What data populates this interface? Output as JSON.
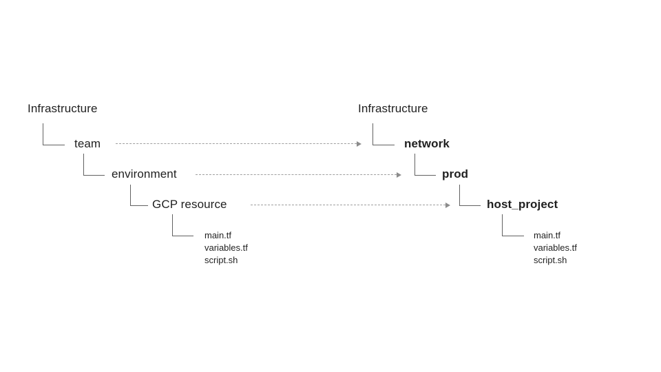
{
  "left_tree": {
    "root": "Infrastructure",
    "nodes": [
      {
        "label": "team"
      },
      {
        "label": "environment"
      },
      {
        "label": "GCP resource"
      }
    ],
    "files": [
      "main.tf",
      "variables.tf",
      "script.sh"
    ]
  },
  "right_tree": {
    "root": "Infrastructure",
    "nodes": [
      {
        "label": "network"
      },
      {
        "label": "prod"
      },
      {
        "label": "host_project"
      }
    ],
    "files": [
      "main.tf",
      "variables.tf",
      "script.sh"
    ]
  },
  "mappings": [
    {
      "from": "team",
      "to": "network"
    },
    {
      "from": "environment",
      "to": "prod"
    },
    {
      "from": "GCP resource",
      "to": "host_project"
    }
  ],
  "colors": {
    "background": "#ffffff",
    "text": "#1f1f1f",
    "connector": "#616161",
    "arrow_dash": "#9e9e9e",
    "arrow_head": "#8c8c8c"
  }
}
